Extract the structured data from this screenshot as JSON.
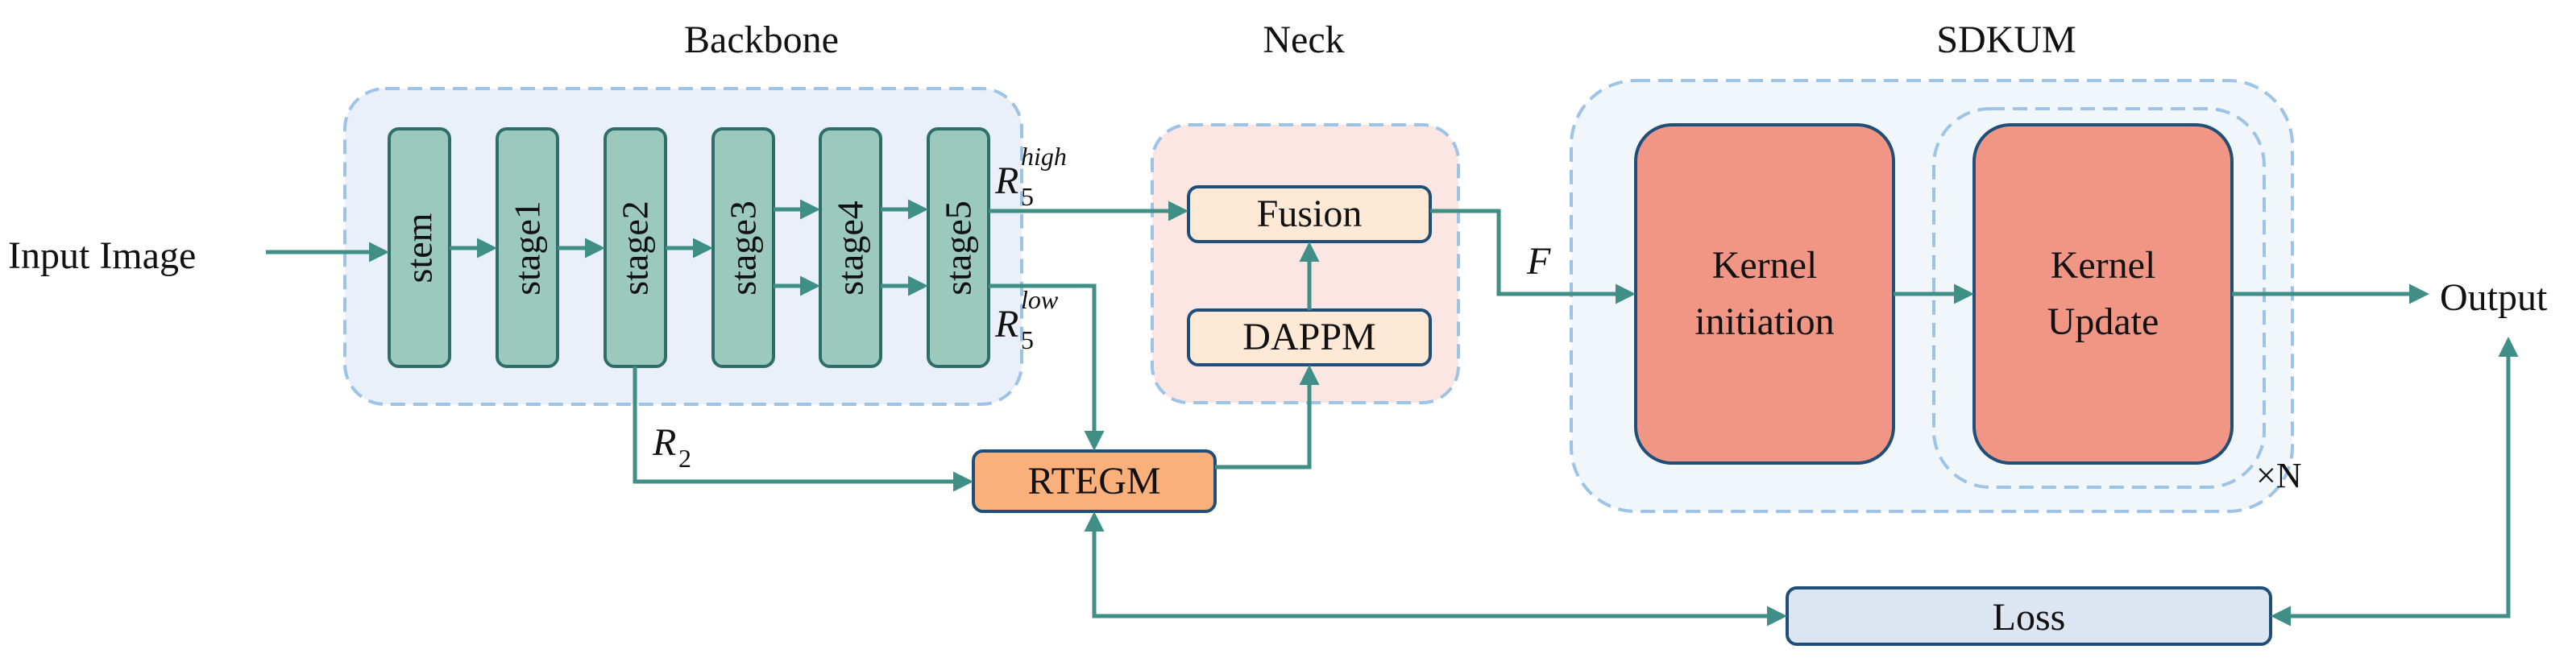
{
  "sections": {
    "backbone": "Backbone",
    "neck": "Neck",
    "sdkum": "SDKUM"
  },
  "io": {
    "input": "Input Image",
    "output": "Output"
  },
  "stages": [
    "stem",
    "stage1",
    "stage2",
    "stage3",
    "stage4",
    "stage5"
  ],
  "neck": {
    "fusion": "Fusion",
    "dappm": "DAPPM"
  },
  "rtegm": "RTEGM",
  "sdkum_blocks": {
    "init_line1": "Kernel",
    "init_line2": "initiation",
    "update_line1": "Kernel",
    "update_line2": "Update",
    "repeat": "×N"
  },
  "loss": "Loss",
  "edge_labels": {
    "r5": "R",
    "r5_sub": "5",
    "r5_high_sup": "high",
    "r5_low_sup": "low",
    "r2": "R",
    "r2_sub": "2",
    "f": "F"
  },
  "colors": {
    "teal_line": "#3f8f86",
    "stage_fill": "#9cc9bd",
    "stage_stroke": "#2f6d6b",
    "backbone_bg": "#e9f0f9",
    "neck_bg": "#fbe6e4",
    "sdkum_bg": "#f1f6fb",
    "dash": "#9dc3e6",
    "fusion_fill": "#fde9d6",
    "rtegm_fill": "#f9b07a",
    "kernel_fill": "#f19685",
    "loss_fill": "#dce6f2"
  }
}
